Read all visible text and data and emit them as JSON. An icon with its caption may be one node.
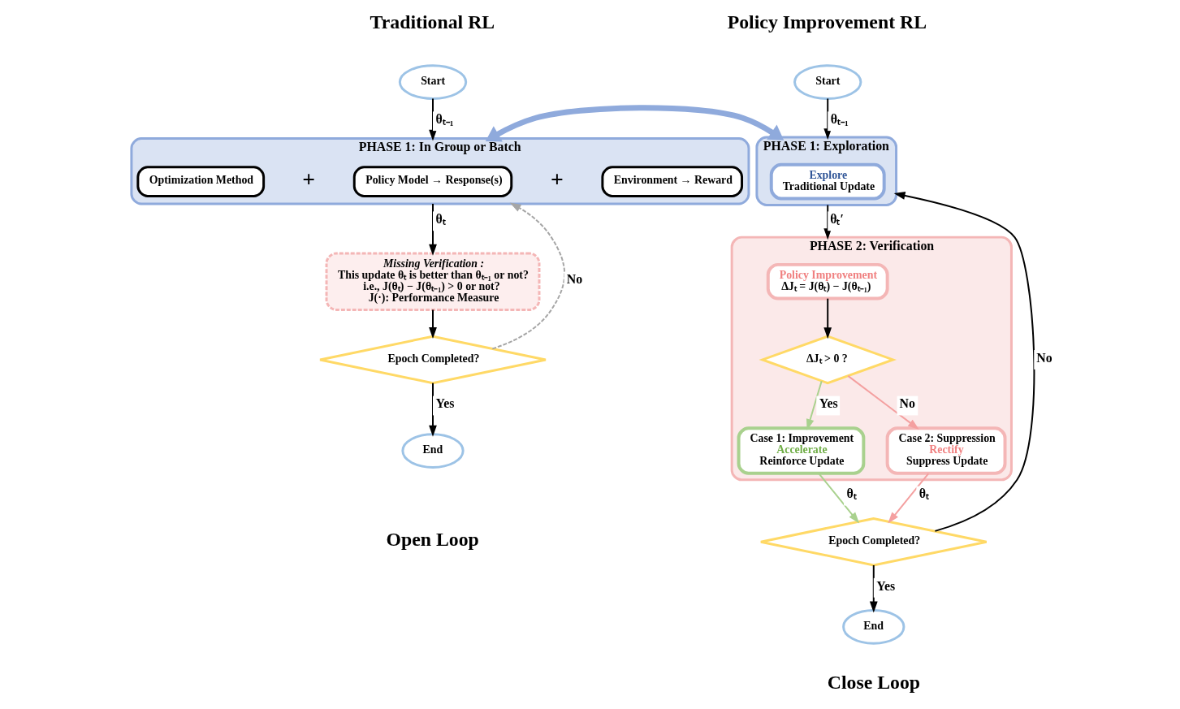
{
  "diagram": {
    "nodes": [
      {
        "text": [
          "Start"
        ]
      },
      {
        "text": [
          "PHASE 1: In Group or Batch"
        ]
      },
      {
        "text": [
          "Optimization Method"
        ],
        "in": 1
      },
      {
        "text": [
          "Policy Model → Response(s)"
        ],
        "in": 1
      },
      {
        "text": [
          "Environment → Reward"
        ],
        "in": 1
      },
      {
        "text": [
          "Missing Verification :",
          "This update θₜ is better than θₜ₋₁ or not?",
          "i.e., J(θₜ) − J(θₜ₋₁) > 0 or not?",
          "J(·): Performance Measure"
        ]
      },
      {
        "text": [
          "Epoch Completed?"
        ]
      },
      {
        "text": [
          "End"
        ]
      },
      {
        "text": [
          "Start"
        ]
      },
      {
        "text": [
          "PHASE 1: Exploration"
        ]
      },
      {
        "text": [
          "Explore",
          "Traditional Update"
        ],
        "in": 9
      },
      {
        "text": [
          "PHASE 2: Verification"
        ]
      },
      {
        "text": [
          "Policy Improvement",
          "ΔJₜ = J(θₜ) − J(θₜ₋₁)"
        ],
        "in": 11
      },
      {
        "text": [
          "ΔJₜ > 0 ?"
        ],
        "in": 11
      },
      {
        "text": [
          "Case 1: Improvement",
          "Accelerate",
          "Reinforce Update"
        ],
        "in": 11
      },
      {
        "text": [
          "Case 2: Suppression",
          "Rectify",
          "Suppress Update"
        ],
        "in": 11
      },
      {
        "text": [
          "Epoch Completed?"
        ]
      },
      {
        "text": [
          "End"
        ]
      }
    ],
    "edges": [
      {
        "from": 0,
        "to": 1,
        "arrow": "to",
        "label": "θₜ₋₁"
      },
      {
        "from": 1,
        "to": 5,
        "arrow": "to",
        "label": "θₜ"
      },
      {
        "from": 5,
        "to": 6,
        "arrow": "to"
      },
      {
        "from": 6,
        "to": 7,
        "arrow": "to",
        "label": "Yes"
      },
      {
        "from": 6,
        "to": 1,
        "arrow": "to",
        "label": "No",
        "style": "dashed",
        "color": "#a6a6a6"
      },
      {
        "from": 1,
        "to": 9,
        "arrow": "both",
        "style": "thick",
        "color": "#8faadc"
      },
      {
        "from": 8,
        "to": 9,
        "arrow": "to",
        "label": "θₜ₋₁"
      },
      {
        "from": 9,
        "to": 11,
        "arrow": "to",
        "label": "θₜ′"
      },
      {
        "from": 12,
        "to": 13,
        "arrow": "to"
      },
      {
        "from": 13,
        "to": 14,
        "arrow": "to",
        "label": "Yes",
        "color": "#a9d18e"
      },
      {
        "from": 13,
        "to": 15,
        "arrow": "to",
        "label": "No",
        "color": "#f4a0a0"
      },
      {
        "from": 14,
        "to": 16,
        "arrow": "to",
        "label": "θₜ",
        "color": "#a9d18e"
      },
      {
        "from": 15,
        "to": 16,
        "arrow": "to",
        "label": "θₜ",
        "color": "#f4a0a0"
      },
      {
        "from": 16,
        "to": 17,
        "arrow": "to",
        "label": "Yes"
      },
      {
        "from": 16,
        "to": 9,
        "arrow": "to",
        "label": "No"
      }
    ],
    "labels": [
      "Traditional RL",
      "Policy Improvement RL",
      "+",
      "+",
      "Open Loop",
      "Close Loop"
    ]
  }
}
